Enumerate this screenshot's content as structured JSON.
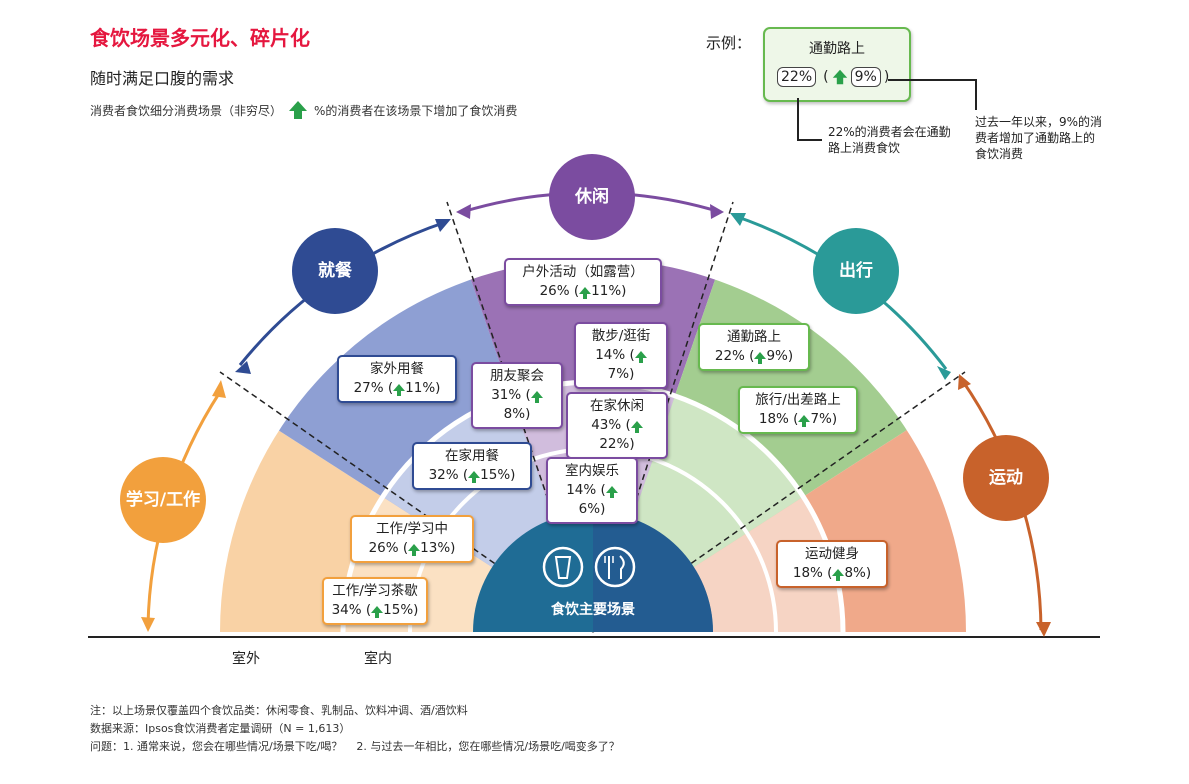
{
  "header": {
    "title": "食饮场景多元化、碎片化",
    "subtitle": "随时满足口腹的需求",
    "legend_prefix": "消费者食饮细分消费场景（非穷尽）",
    "legend_suffix": "%的消费者在该场景下增加了食饮消费"
  },
  "example": {
    "label": "示例：",
    "scene": "通勤路上",
    "pct": "22%",
    "increase": "9%",
    "note_left": "22%的消费者会在通勤路上消费食饮",
    "note_right": "过去一年以来，9%的消费者增加了通勤路上的食饮消费"
  },
  "categories": [
    {
      "name": "学习/工作",
      "color": "#f2a03d"
    },
    {
      "name": "就餐",
      "color": "#2f4b93"
    },
    {
      "name": "休闲",
      "color": "#7b4ca0"
    },
    {
      "name": "出行",
      "color": "#2a9a98"
    },
    {
      "name": "运动",
      "color": "#c8622b"
    }
  ],
  "center": {
    "label": "食饮主要场景"
  },
  "scenes": [
    {
      "name": "工作/学习茶歇",
      "pct": "34%",
      "inc": "15%",
      "category": "学习/工作"
    },
    {
      "name": "工作/学习中",
      "pct": "26%",
      "inc": "13%",
      "category": "学习/工作"
    },
    {
      "name": "在家用餐",
      "pct": "32%",
      "inc": "15%",
      "category": "就餐"
    },
    {
      "name": "家外用餐",
      "pct": "27%",
      "inc": "11%",
      "category": "就餐"
    },
    {
      "name": "朋友聚会",
      "pct": "31%",
      "inc": "8%",
      "category": "休闲"
    },
    {
      "name": "户外活动（如露营）",
      "pct": "26%",
      "inc": "11%",
      "category": "休闲"
    },
    {
      "name": "散步/逛街",
      "pct": "14%",
      "inc": "7%",
      "category": "休闲"
    },
    {
      "name": "在家休闲",
      "pct": "43%",
      "inc": "22%",
      "category": "休闲"
    },
    {
      "name": "室内娱乐",
      "pct": "14%",
      "inc": "6%",
      "category": "休闲"
    },
    {
      "name": "通勤路上",
      "pct": "22%",
      "inc": "9%",
      "category": "出行"
    },
    {
      "name": "旅行/出差路上",
      "pct": "18%",
      "inc": "7%",
      "category": "出行"
    },
    {
      "name": "运动健身",
      "pct": "18%",
      "inc": "8%",
      "category": "运动"
    }
  ],
  "ground": {
    "outdoor": "室外",
    "indoor": "室内"
  },
  "footer": {
    "note": "注：以上场景仅覆盖四个食饮品类：休闲零食、乳制品、饮料冲调、酒/酒饮料",
    "source": "数据来源：Ipsos食饮消费者定量调研（N = 1,613）",
    "question": "问题：1. 通常来说，您会在哪些情况/场景下吃/喝？    2. 与过去一年相比，您在哪些情况/场景吃/喝变多了？"
  }
}
